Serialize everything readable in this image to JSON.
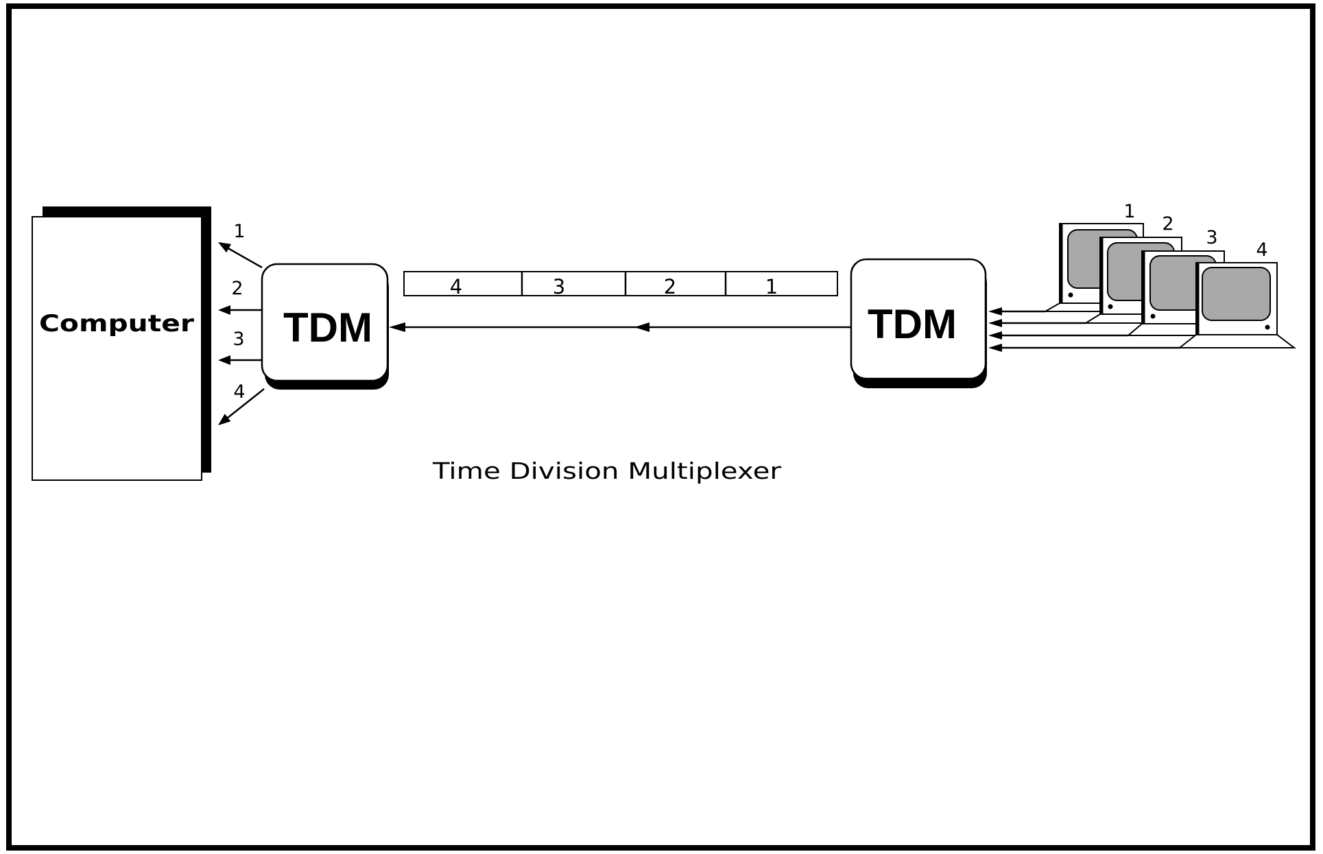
{
  "diagram": {
    "caption": "Time Division Multiplexer",
    "computer": {
      "label": "Computer"
    },
    "mux_left": {
      "label": "TDM"
    },
    "mux_right": {
      "label": "TDM"
    },
    "output_channels": [
      "1",
      "2",
      "3",
      "4"
    ],
    "frame_slots": [
      "4",
      "3",
      "2",
      "1"
    ],
    "terminals": [
      {
        "label": "1"
      },
      {
        "label": "2"
      },
      {
        "label": "3"
      },
      {
        "label": "4"
      }
    ]
  }
}
